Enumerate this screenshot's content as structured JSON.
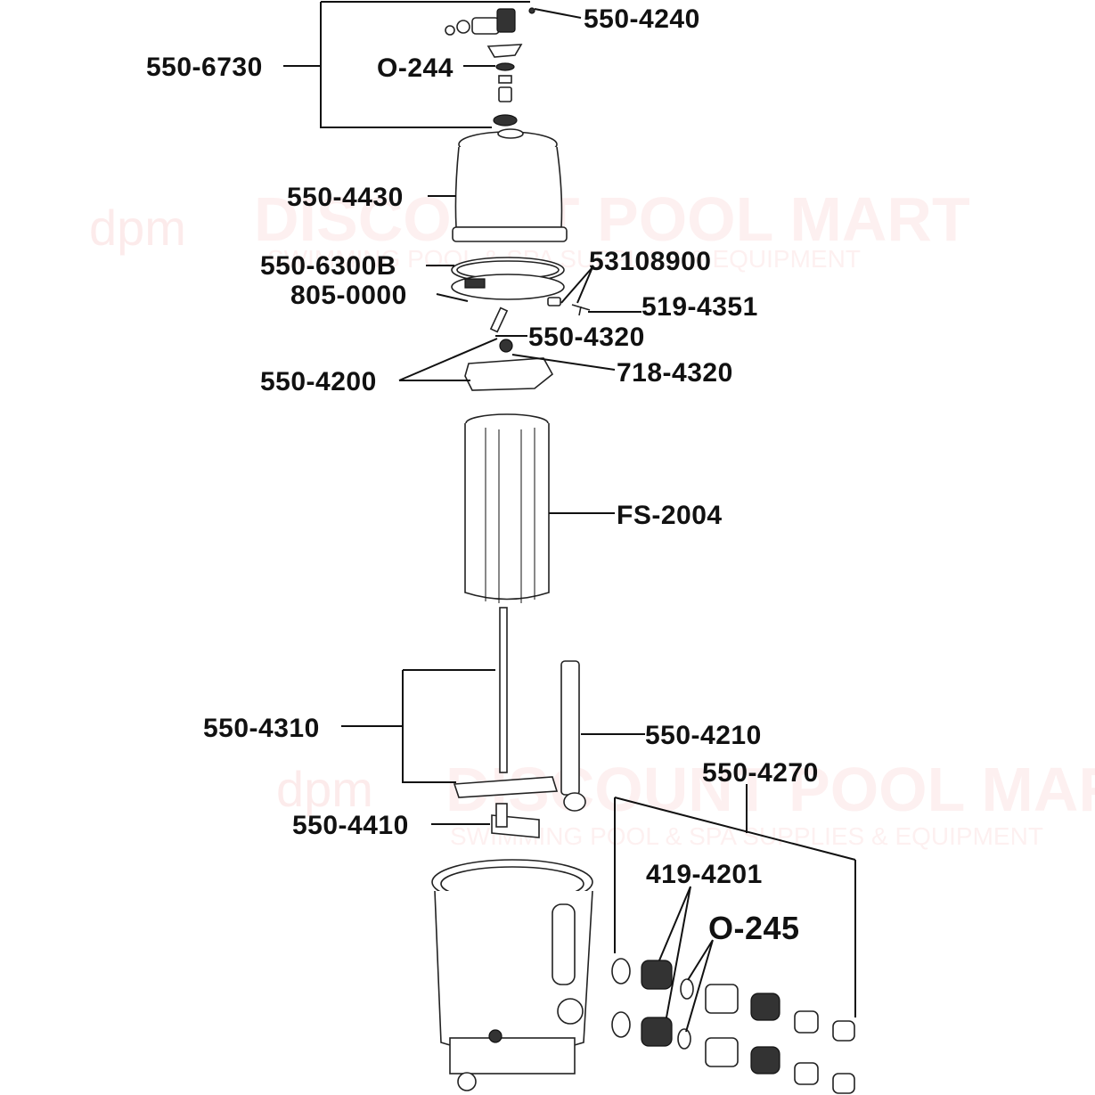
{
  "diagram": {
    "type": "exploded-parts-diagram",
    "watermark": {
      "logo": "dpm",
      "brand": "DISCOUNT POOL MART",
      "tagline": "SWIMMING POOL & SPA SUPPLIES & EQUIPMENT"
    },
    "labels": {
      "p550_4240": "550-4240",
      "p550_6730": "550-6730",
      "o244": "O-244",
      "p550_4430": "550-4430",
      "p550_6300B": "550-6300B",
      "p53108900": "53108900",
      "p805_0000": "805-0000",
      "p519_4351": "519-4351",
      "p550_4320": "550-4320",
      "p718_4320": "718-4320",
      "p550_4200": "550-4200",
      "fs2004": "FS-2004",
      "p550_4310": "550-4310",
      "p550_4210": "550-4210",
      "p550_4270": "550-4270",
      "p550_4410": "550-4410",
      "p419_4201": "419-4201",
      "o245": "O-245"
    }
  }
}
